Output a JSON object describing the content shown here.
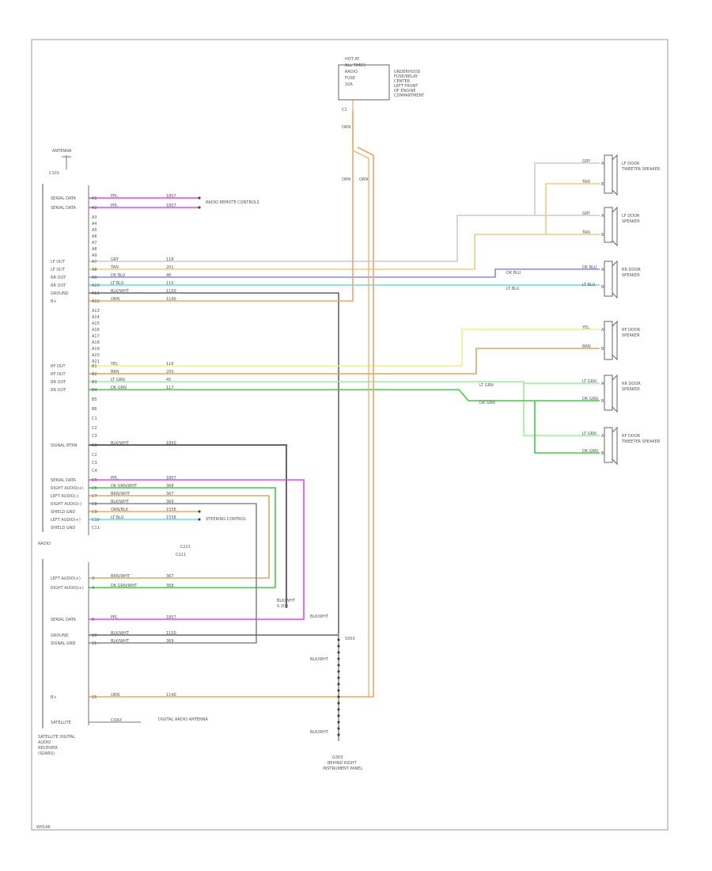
{
  "diagram": {
    "footer_code": "W0146",
    "colors": {
      "PPL": "#ee44ee",
      "GRY": "#cccccc",
      "TAN": "#f2c888",
      "DKBLU": "#8888ee",
      "LTBLU": "#66dddd",
      "ORN": "#f0a860",
      "YEL": "#f0ee88",
      "BRN": "#d8a860",
      "LTGRN": "#99ee99",
      "DKGRN": "#44cc44",
      "BLK_WHT": "#888888",
      "BLK": "#666666"
    },
    "top_component": {
      "labels": [
        "HOT AT",
        "ALL TIMES",
        "RADIO",
        "FUSE",
        "10A"
      ],
      "side_labels": [
        "UNDERHOOD",
        "FUSE/RELAY",
        "CENTER",
        "LEFT FRONT",
        "OF ENGINE",
        "COMPARTMENT"
      ],
      "wire_labels": [
        "C1",
        "ORN",
        "ORN",
        "ORN"
      ]
    },
    "antenna": {
      "label": "ANTENNA",
      "sub": "C101"
    },
    "radio": {
      "name": "RADIO",
      "connector": "C221",
      "pins_a": [
        {
          "label": "SERIAL DATA",
          "pin": "A1",
          "wire": "PPL",
          "ckt": "1807",
          "dest": "RADIO REMOTE CONTROLS"
        },
        {
          "label": "SERIAL DATA",
          "pin": "A2",
          "wire": "PPL",
          "ckt": "1807",
          "dest": ""
        },
        {
          "label": "LF OUT",
          "pin": "A7",
          "wire": "GRY",
          "ckt": "118"
        },
        {
          "label": "LF OUT",
          "pin": "A8",
          "wire": "TAN",
          "ckt": "201"
        },
        {
          "label": "RR OUT",
          "pin": "A9",
          "wire": "DK BLU",
          "ckt": "46"
        },
        {
          "label": "RR OUT",
          "pin": "A10",
          "wire": "LT BLU",
          "ckt": "115"
        },
        {
          "label": "GROUND",
          "pin": "A11",
          "wire": "BLK/WHT",
          "ckt": "1150"
        },
        {
          "label": "B+",
          "pin": "A12",
          "wire": "ORN",
          "ckt": "1140"
        }
      ],
      "pins_b": [
        {
          "label": "RF OUT",
          "pin": "B1",
          "wire": "YEL",
          "ckt": "116"
        },
        {
          "label": "RF OUT",
          "pin": "B2",
          "wire": "BRN",
          "ckt": "200"
        },
        {
          "label": "RR OUT",
          "pin": "B3",
          "wire": "LT GRN",
          "ckt": "45"
        },
        {
          "label": "RR OUT",
          "pin": "B4",
          "wire": "DK GRN",
          "ckt": "117"
        }
      ],
      "pins_c": [
        {
          "label": "SIGNAL RTRN",
          "pin": "C3",
          "wire": "BLK/WHT",
          "ckt": "1850"
        },
        {
          "label": "SERIAL DATA",
          "pin": "C5",
          "wire": "PPL",
          "ckt": "1807"
        },
        {
          "label": "RIGHT AUDIO(+)",
          "pin": "C6",
          "wire": "DK GRN/WHT",
          "ckt": "368"
        },
        {
          "label": "LEFT AUDIO(-)",
          "pin": "C7",
          "wire": "BRN/WHT",
          "ckt": "367"
        },
        {
          "label": "RIGHT AUDIO(-)",
          "pin": "C8",
          "wire": "BLK/WHT",
          "ckt": "369"
        },
        {
          "label": "SHIELD GND",
          "pin": "C9",
          "wire": "ORN/BLK",
          "ckt": "1556"
        },
        {
          "label": "LEFT AUDIO(+)",
          "pin": "C10",
          "wire": "LT BLU",
          "ckt": "1558"
        },
        {
          "label": "SHIELD GND",
          "pin": "C11",
          "wire": "",
          "ckt": ""
        }
      ],
      "steering_dest": "STEERING CONTROL"
    },
    "sdars": {
      "name": "SATELLITE DIGITAL AUDIO RECEIVER (SDARS)",
      "connector": "C221",
      "pins": [
        {
          "label": "LEFT AUDIO(+)",
          "pin": "3",
          "wire": "BRN/WHT",
          "ckt": "367"
        },
        {
          "label": "RIGHT AUDIO(+)",
          "pin": "4",
          "wire": "DK GRN/WHT",
          "ckt": "368"
        },
        {
          "label": "SERIAL DATA",
          "pin": "8",
          "wire": "PPL",
          "ckt": "1807"
        },
        {
          "label": "GROUND",
          "pin": "10",
          "wire": "BLK/WHT",
          "ckt": "1150"
        },
        {
          "label": "SIGNAL GND",
          "pin": "11",
          "wire": "BLK/WHT",
          "ckt": "369"
        },
        {
          "label": "B+",
          "pin": "15",
          "wire": "ORN",
          "ckt": "1140"
        },
        {
          "label": "SATELLITE",
          "pin": "",
          "wire": "COAX",
          "ckt": ""
        }
      ],
      "antenna_dest": "DIGITAL RADIO ANTENNA"
    },
    "ground": {
      "labels": [
        "BLK/WHT",
        "S303",
        "BLK/WHT",
        "BLK/WHT"
      ],
      "name": "G303",
      "sub": "BEHIND RIGHT",
      "sub2": "INSTRUMENT PANEL",
      "blk_label": "BLK/WHT",
      "blk_sub": "S 203"
    },
    "speakers": [
      {
        "name": "LF DOOR TWEETER SPEAKER",
        "wires": [
          "GRY",
          "TAN"
        ]
      },
      {
        "name": "LF DOOR SPEAKER",
        "wires": [
          "GRY",
          "TAN"
        ]
      },
      {
        "name": "RR DOOR SPEAKER",
        "wires": [
          "DK BLU",
          "LT BLU"
        ]
      },
      {
        "name": "RF DOOR SPEAKER",
        "wires": [
          "YEL",
          "BRN"
        ]
      },
      {
        "name": "RR DOOR SPEAKER",
        "wires": [
          "LT GRN",
          "DK GRN"
        ]
      },
      {
        "name": "RF DOOR TWEETER SPEAKER",
        "wires": [
          "LT GRN",
          "DK GRN"
        ]
      }
    ]
  }
}
